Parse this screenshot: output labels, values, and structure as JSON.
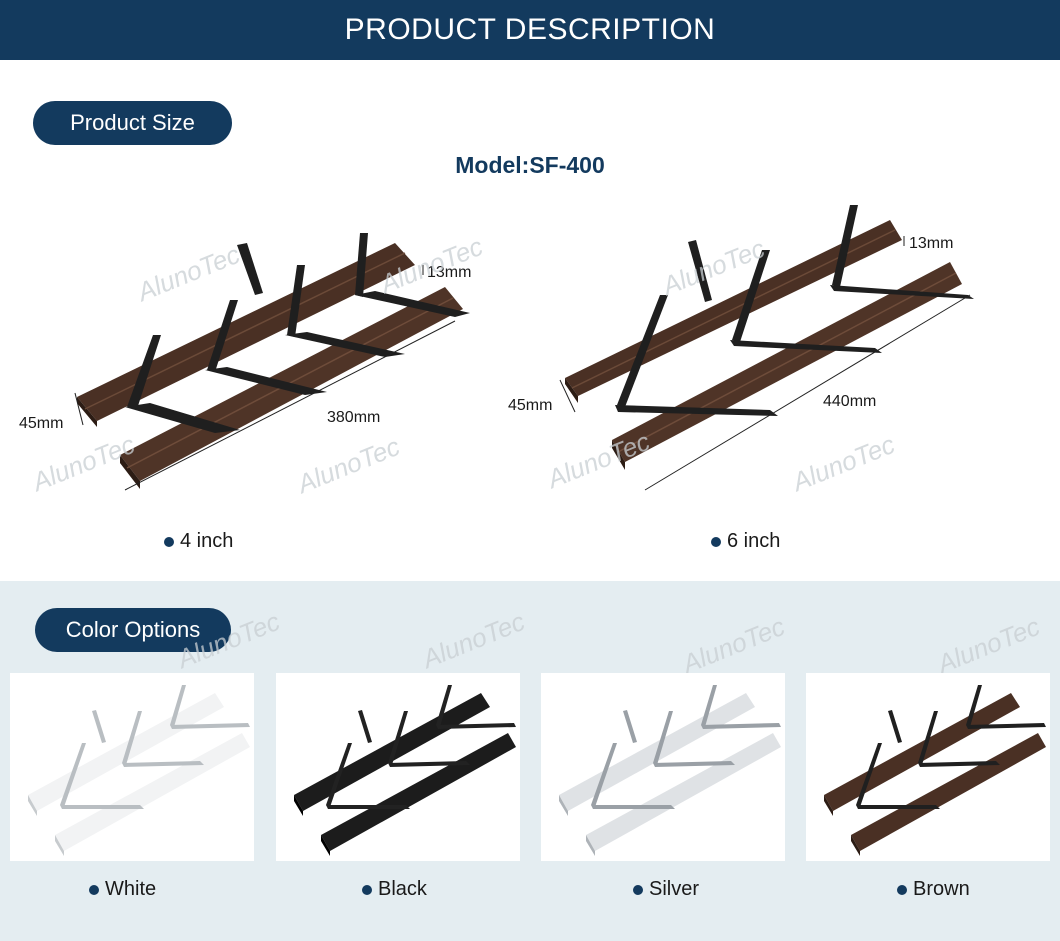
{
  "header": {
    "title": "PRODUCT DESCRIPTION"
  },
  "size_section": {
    "title": "Product Size",
    "model": "Model:SF-400",
    "products": [
      {
        "caption": "4 inch",
        "width_dim": "380mm",
        "height_dim": "45mm",
        "thickness_dim": "13mm"
      },
      {
        "caption": "6 inch",
        "width_dim": "440mm",
        "height_dim": "45mm",
        "thickness_dim": "13mm"
      }
    ]
  },
  "color_section": {
    "title": "Color Options",
    "options": [
      {
        "name": "White",
        "blade_color": "#f2f3f4",
        "edge_color": "#c7cbce",
        "bracket_color": "#b9bec2"
      },
      {
        "name": "Black",
        "blade_color": "#1c1c1c",
        "edge_color": "#000000",
        "bracket_color": "#222222"
      },
      {
        "name": "Silver",
        "blade_color": "#dfe2e5",
        "edge_color": "#aeb3b8",
        "bracket_color": "#9aa0a6"
      },
      {
        "name": "Brown",
        "blade_color": "#4a3024",
        "edge_color": "#2c1c14",
        "bracket_color": "#202020"
      }
    ]
  },
  "brand": {
    "watermark": "AlunoTec",
    "accent": "#133a5e"
  }
}
